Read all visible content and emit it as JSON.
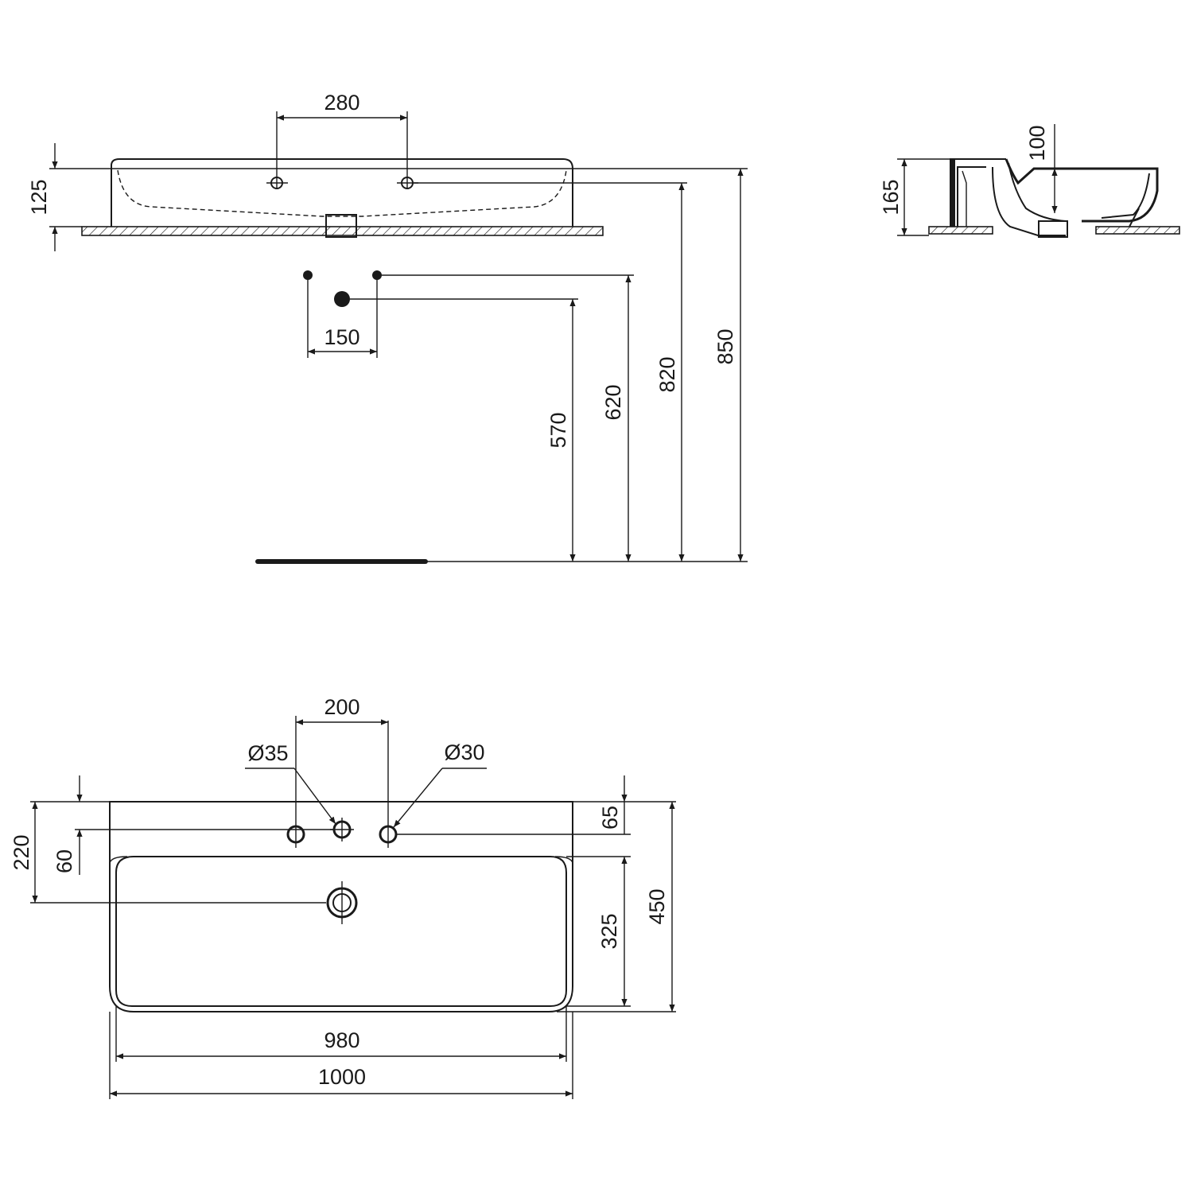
{
  "views": {
    "front_elevation": {
      "dimensions": {
        "tap_hole_spacing": "280",
        "basin_height": "125",
        "supply_spacing": "150",
        "waste_height": "570",
        "supply_height": "620",
        "tap_level_height": "820",
        "top_height": "850"
      }
    },
    "side_section": {
      "dimensions": {
        "total_height": "165",
        "bowl_depth": "100"
      }
    },
    "plan_view": {
      "dimensions": {
        "tap_hole_spacing": "200",
        "tap_hole_diameter_1": "Ø35",
        "tap_hole_diameter_2": "Ø30",
        "waste_from_back": "220",
        "tap_holes_from_back": "60",
        "deck_depth": "65",
        "bowl_depth": "325",
        "total_depth": "450",
        "bowl_width": "980",
        "total_width": "1000"
      }
    }
  }
}
